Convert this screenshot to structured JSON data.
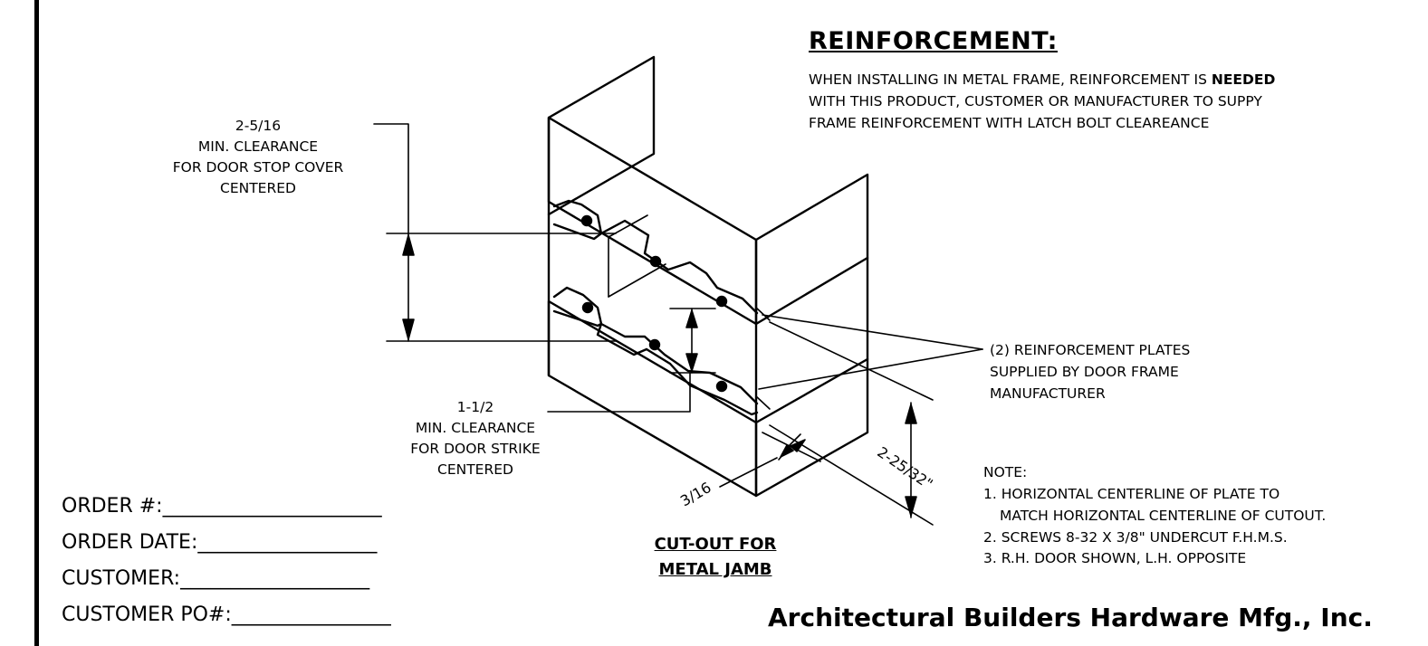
{
  "reinforcement": {
    "title": "REINFORCEMENT:",
    "line1_pre": "WHEN INSTALLING IN METAL FRAME, REINFORCEMENT IS ",
    "line1_bold": "NEEDED",
    "line2": "WITH THIS PRODUCT, CUSTOMER OR MANUFACTURER TO SUPPY",
    "line3": "FRAME REINFORCEMENT WITH LATCH BOLT CLEAREANCE"
  },
  "dim_top": {
    "value": "2-5/16",
    "line1": "MIN. CLEARANCE",
    "line2": "FOR DOOR STOP COVER",
    "line3": "CENTERED"
  },
  "dim_strike": {
    "value": "1-1/2",
    "line1": "MIN. CLEARANCE",
    "line2": "FOR DOOR STRIKE",
    "line3": "CENTERED"
  },
  "plates_callout": {
    "line1": "(2) REINFORCEMENT PLATES",
    "line2": "SUPPLIED BY DOOR FRAME",
    "line3": "MANUFACTURER"
  },
  "dim_depth": "2-25/32\"",
  "dim_thickness": "3/16",
  "notes": {
    "header": "NOTE:",
    "n1a": "1. HORIZONTAL CENTERLINE OF PLATE TO",
    "n1b": "MATCH HORIZONTAL CENTERLINE OF CUTOUT.",
    "n2": "2. SCREWS 8-32 X 3/8\" UNDERCUT F.H.M.S.",
    "n3": "3. R.H. DOOR SHOWN, L.H. OPPOSITE"
  },
  "cutout_label": {
    "line1": "CUT-OUT FOR",
    "line2": "METAL JAMB"
  },
  "form": {
    "order_no": "ORDER #:______________________",
    "order_date": "ORDER DATE:__________________",
    "customer": "CUSTOMER:___________________",
    "customer_po": "CUSTOMER PO#:________________"
  },
  "company": "Architectural Builders Hardware Mfg., Inc."
}
